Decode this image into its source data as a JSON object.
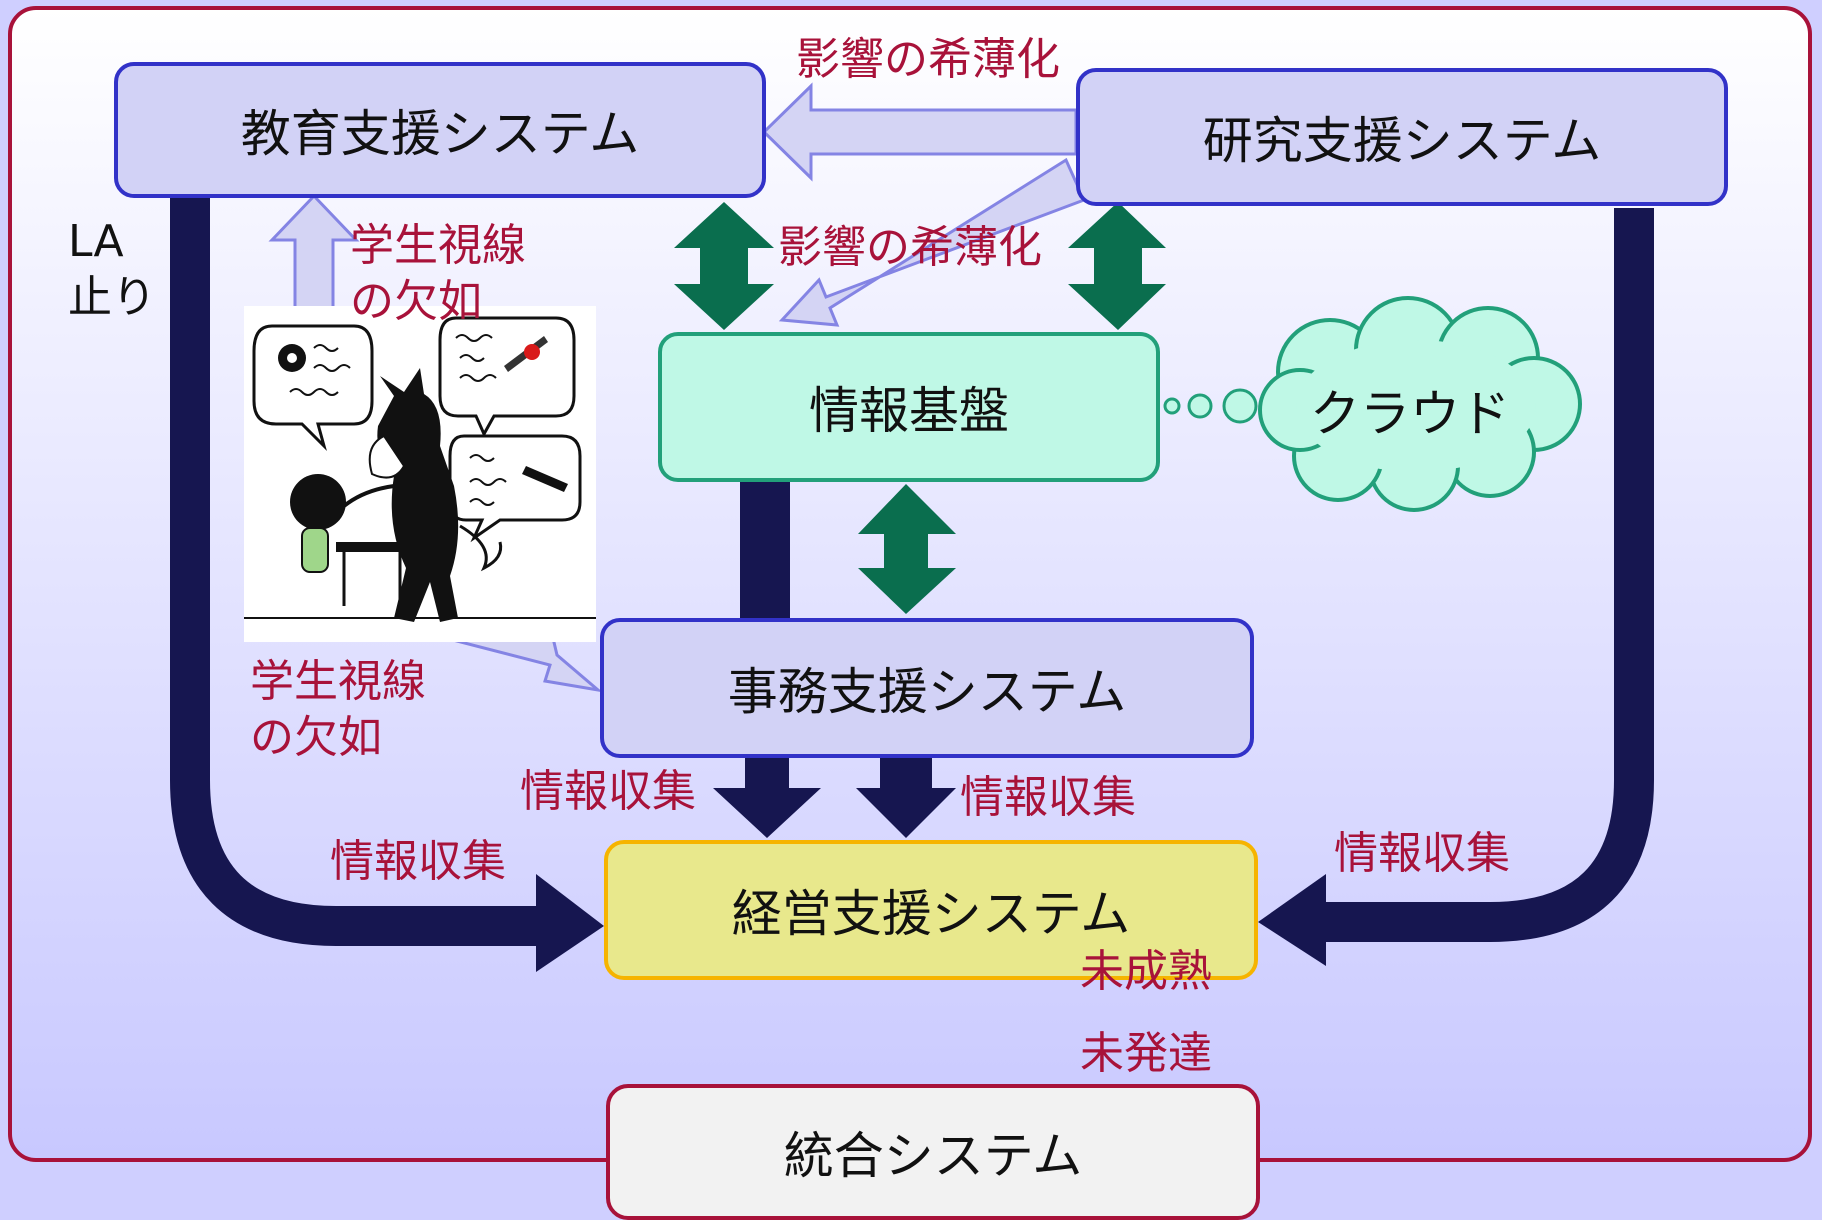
{
  "frame": {
    "border_color": "#a8123a"
  },
  "boxes": {
    "education": "教育支援システム",
    "research": "研究支援システム",
    "infrastructure": "情報基盤",
    "cloud": "クラウド",
    "administration": "事務支援システム",
    "management": "経営支援システム",
    "integrated": "統合システム"
  },
  "labels": {
    "dilution_top": "影響の希薄化",
    "dilution_mid": "影響の希薄化",
    "la_line1": "LA",
    "la_line2": "止り",
    "lack_gaze_top_1": "学生視線",
    "lack_gaze_top_2": "の欠如",
    "lack_gaze_bottom_1": "学生視線",
    "lack_gaze_bottom_2": "の欠如",
    "info_collect_left_center": "情報収集",
    "info_collect_right_center": "情報収集",
    "info_collect_left": "情報収集",
    "info_collect_right": "情報収集",
    "immature": "未成熟",
    "underdeveloped": "未発達"
  },
  "colors": {
    "system_fill": "#d2d2f6",
    "system_border": "#3232c8",
    "infra_fill": "#bff8e6",
    "infra_border": "#22a07a",
    "management_fill": "#e8e88c",
    "management_border": "#f6b400",
    "navy_arrow": "#161650",
    "green_arrow": "#0a6e4e",
    "light_arrow": "#d4d4f4",
    "label_red": "#a8123a"
  },
  "icons": {
    "illustration": "teacher-scolding-student-illustration"
  }
}
